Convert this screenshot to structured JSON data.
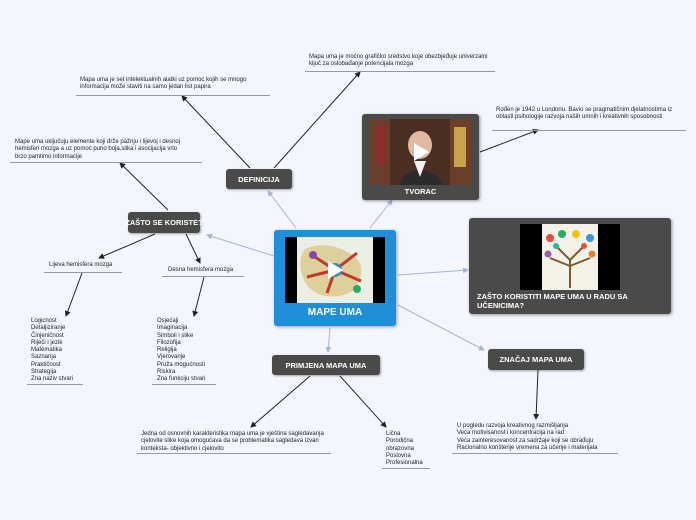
{
  "central": {
    "title": "MAPE UMA"
  },
  "branches": {
    "definicija": {
      "label": "DEFINICIJA"
    },
    "zasto_se_koriste": {
      "label": "ZAŠTO SE KORISTE?"
    },
    "tvorac": {
      "label": "TVORAC"
    },
    "zasto_koristiti": {
      "label": "ZAŠTO KORISTITI MAPE UMA U RADU SA UČENICIMA?"
    },
    "znacaj": {
      "label": "ZNAČAJ MAPA UMA"
    },
    "primjena": {
      "label": "PRIMJENA MAPA UMA"
    }
  },
  "notes": {
    "definicija_1": "Mapa uma je set intelektualnih alatki uz pomoc kojih se mnogo informacija može staviti na samo jedan list papira",
    "definicija_2": "Mapa uma je moćno grafičko sredstvo koje obezbjeđuje univerzalni ključ za oslobađanje potencijala mozga",
    "zasto_1": "Mape uma uključuju elemente koji drže pažnju i lijevoj i desnoj hemisferi mozga a uz pomoć puno boja,slika i asocijacija vrlo brzo pamtimo informacije",
    "tvorac_1": "Rođen je 1942 u Londonu. Bavio se pragmatičnim djelatnostima iz oblasti psihologije razvoja naših umnih i kreativnih sposobnosti",
    "primjena_1": "Jedna od osnovnih karakteristika mapa uma je vještina sagledavanja cjelovite slike koja omogućava da se problematika sagledava izvan konteksta- objektivno i cjelovito"
  },
  "lijeva_hemisfera": {
    "label": "Lijeva hemisfera mozga",
    "items": [
      "Logicnost",
      "Detaljiziranje",
      "Činjeničnost",
      "Riječi i jezik",
      "Matematika",
      "Saznanja",
      "Praktičnost",
      "Strategija",
      "Zna naziv stvari"
    ]
  },
  "desna_hemisfera": {
    "label": "Desna hemisfera mozga",
    "items": [
      "Osjećaji",
      "Imaginacija",
      "Simboli i slike",
      "Filozofija",
      "Religija",
      "Vjerovanje",
      "Pruža mogućnosti",
      "Riskira",
      "Zna funkciju stvari"
    ]
  },
  "primjena_list": [
    "Lična",
    "Porodična",
    "obrazovna",
    "Poslovna",
    "Profesionalna"
  ],
  "znacaj_list": [
    "U pogledu razvoja kreativnog razmišljanja",
    "Veća motivisanost i koncentracija na rad",
    "Veća zainteresovanost za sadržaje koji se obrađuju",
    "Racionalno korištenje vremena za učenje i materijala"
  ]
}
